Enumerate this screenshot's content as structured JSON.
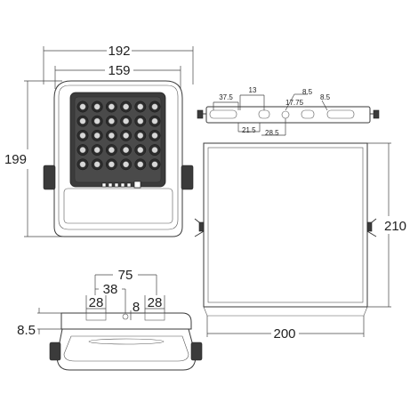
{
  "front_view": {
    "width_outer": "192",
    "width_inner": "159",
    "height": "199"
  },
  "bracket_view": {
    "d1": "37.5",
    "d2": "13",
    "d3": "8.5",
    "d4": "17.75",
    "d5": "8.5",
    "d6": "21.5",
    "d7": "28.5"
  },
  "side_view": {
    "width": "200",
    "height": "210"
  },
  "bottom_view": {
    "d75": "75",
    "d38": "38",
    "d28_left": "28",
    "d28_right": "28",
    "d8": "8",
    "d85": "8.5"
  },
  "colors": {
    "line": "#3a3a3a",
    "led_fill": "#3b3b3b"
  }
}
